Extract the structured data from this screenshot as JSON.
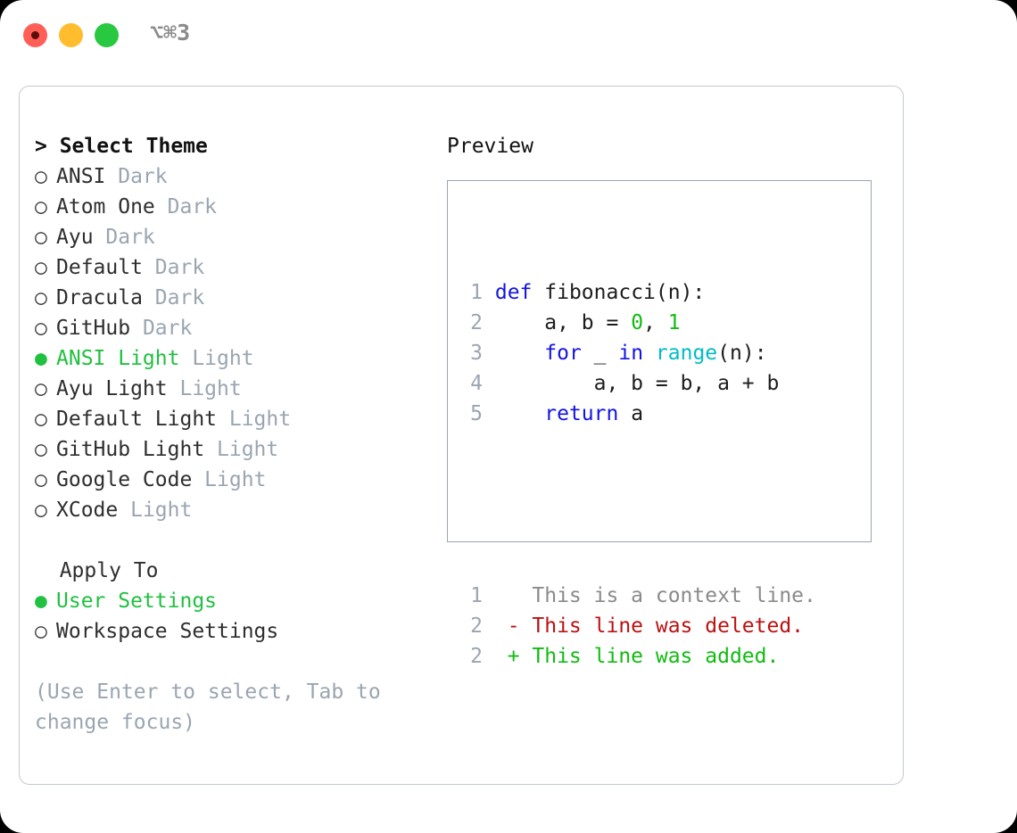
{
  "titlebar": {
    "shortcut": "⌥⌘3",
    "buttons": [
      {
        "name": "close",
        "color": "#ff5f57"
      },
      {
        "name": "minimize",
        "color": "#ffbd2e"
      },
      {
        "name": "maximize",
        "color": "#28c840"
      }
    ]
  },
  "left": {
    "header": "> Select Theme",
    "themes": [
      {
        "marker": "○",
        "name": "ANSI",
        "kind": "Dark",
        "selected": false
      },
      {
        "marker": "○",
        "name": "Atom One",
        "kind": "Dark",
        "selected": false
      },
      {
        "marker": "○",
        "name": "Ayu",
        "kind": "Dark",
        "selected": false
      },
      {
        "marker": "○",
        "name": "Default",
        "kind": "Dark",
        "selected": false
      },
      {
        "marker": "○",
        "name": "Dracula",
        "kind": "Dark",
        "selected": false
      },
      {
        "marker": "○",
        "name": "GitHub",
        "kind": "Dark",
        "selected": false
      },
      {
        "marker": "●",
        "name": "ANSI Light",
        "kind": "Light",
        "selected": true
      },
      {
        "marker": "○",
        "name": "Ayu Light",
        "kind": "Light",
        "selected": false
      },
      {
        "marker": "○",
        "name": "Default Light",
        "kind": "Light",
        "selected": false
      },
      {
        "marker": "○",
        "name": "GitHub Light",
        "kind": "Light",
        "selected": false
      },
      {
        "marker": "○",
        "name": "Google Code",
        "kind": "Light",
        "selected": false
      },
      {
        "marker": "○",
        "name": "XCode",
        "kind": "Light",
        "selected": false
      }
    ],
    "apply_header": "  Apply To",
    "apply_options": [
      {
        "marker": "●",
        "label": "User Settings",
        "selected": true
      },
      {
        "marker": "○",
        "label": "Workspace Settings",
        "selected": false
      }
    ],
    "hint": "(Use Enter to select, Tab to change focus)"
  },
  "right": {
    "title": "Preview",
    "code_lines": [
      {
        "no": "1",
        "tokens": [
          {
            "t": "def",
            "c": "kw"
          },
          {
            "t": " ",
            "c": "plain"
          },
          {
            "t": "fibonacci",
            "c": "id"
          },
          {
            "t": "(n):",
            "c": "plain"
          }
        ]
      },
      {
        "no": "2",
        "tokens": [
          {
            "t": "    a, b = ",
            "c": "plain"
          },
          {
            "t": "0",
            "c": "num"
          },
          {
            "t": ", ",
            "c": "plain"
          },
          {
            "t": "1",
            "c": "num"
          }
        ]
      },
      {
        "no": "3",
        "tokens": [
          {
            "t": "    ",
            "c": "plain"
          },
          {
            "t": "for",
            "c": "kw"
          },
          {
            "t": " _ ",
            "c": "plain"
          },
          {
            "t": "in",
            "c": "kw"
          },
          {
            "t": " ",
            "c": "plain"
          },
          {
            "t": "range",
            "c": "fn"
          },
          {
            "t": "(n):",
            "c": "plain"
          }
        ]
      },
      {
        "no": "4",
        "tokens": [
          {
            "t": "        a, b = b, a + b",
            "c": "plain"
          }
        ]
      },
      {
        "no": "5",
        "tokens": [
          {
            "t": "    ",
            "c": "plain"
          },
          {
            "t": "return",
            "c": "kw"
          },
          {
            "t": " a",
            "c": "plain"
          }
        ]
      }
    ],
    "diff_lines": [
      {
        "no": "1",
        "marker": " ",
        "text": "This is a context line.",
        "kind": "ctx"
      },
      {
        "no": "2",
        "marker": "-",
        "text": "This line was deleted.",
        "kind": "del"
      },
      {
        "no": "2",
        "marker": "+",
        "text": "This line was added.",
        "kind": "add"
      }
    ]
  },
  "colors": {
    "accent_green": "#20c040",
    "muted": "#9aa5b1",
    "keyword_blue": "#1414e0",
    "number_green": "#11bb11",
    "function_cyan": "#00bcc4",
    "diff_delete_red": "#bb1111",
    "diff_add_green": "#11bb11",
    "border": "#c3cad3"
  }
}
